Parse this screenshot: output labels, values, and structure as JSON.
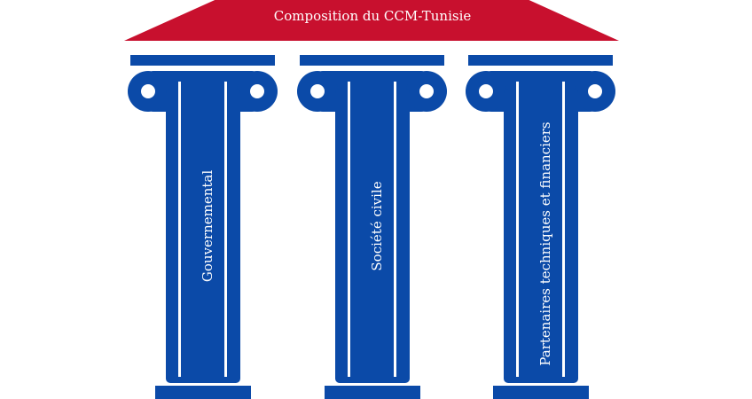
{
  "title": "Composition du CCM-Tunisie",
  "pillars": [
    {
      "label": "Gouvernemental"
    },
    {
      "label": "Société civile"
    },
    {
      "label": "Partenaires techniques et financiers"
    }
  ],
  "colors": {
    "roof": "#c8102e",
    "pillar": "#0b4aa8",
    "background": "#ffffff"
  }
}
